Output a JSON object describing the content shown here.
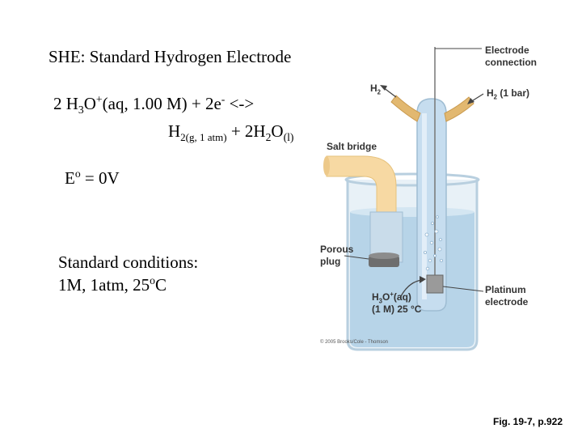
{
  "slide": {
    "title": "SHE:  Standard Hydrogen Electrode",
    "reaction": {
      "line1": {
        "coef": "2 H",
        "sub1": "3",
        "o": "O",
        "sup1": "+",
        "rest": "(aq, 1.00 M) + 2e",
        "sup2": "-",
        "arrow": " <-> "
      },
      "line2": {
        "h": "H",
        "sub1": "2(g, 1 atm)",
        "plus": " + 2H",
        "sub2": "2",
        "o": "O",
        "sub3": "(l)"
      }
    },
    "potential": {
      "e": "E",
      "sup": "o",
      "rest": " = 0V"
    },
    "conditions": {
      "line1": "Standard conditions:",
      "line2a": "1M, 1atm, 25",
      "sup": "o",
      "line2b": "C"
    },
    "figure_ref": "Fig. 19-7, p.922"
  },
  "diagram": {
    "labels": {
      "electrode_connection_1": "Electrode",
      "electrode_connection_2": "connection",
      "h2_out": "H",
      "h2_out_sub": "2",
      "h2_in": "H",
      "h2_in_sub": "2",
      "h2_in_rest": " (1 bar)",
      "salt_bridge": "Salt bridge",
      "porous_1": "Porous",
      "porous_2": "plug",
      "solution_1a": "H",
      "solution_1b": "3",
      "solution_1c": "O",
      "solution_1d": "+",
      "solution_1e": "(aq)",
      "solution_2": "(1 M) 25 °C",
      "platinum_1": "Platinum",
      "platinum_2": "electrode",
      "copyright": "© 2005 Brooks/Cole - Thomson"
    },
    "colors": {
      "beaker": "#c9dbe8",
      "liquid": "#a9cbe3",
      "tube": "#bdd7ec",
      "salt_bridge": "#f7d9a3",
      "gas_tube": "#e2b870",
      "pointer_line": "#444444"
    }
  }
}
